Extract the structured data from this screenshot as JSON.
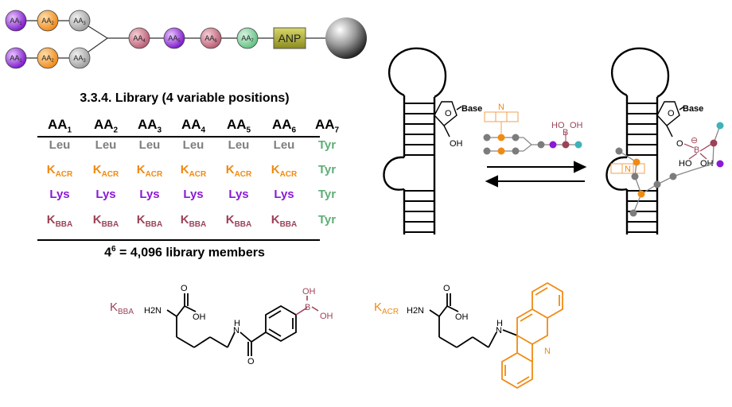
{
  "beads": {
    "aa1": "AA1",
    "aa2": "AA2",
    "aa3": "AA3",
    "aa4": "AA4",
    "aa5": "AA5",
    "aa6": "AA6",
    "aa7": "AA7",
    "anp": "ANP"
  },
  "library": {
    "title": "3.3.4. Library (4 variable positions)",
    "headers": [
      "AA1",
      "AA2",
      "AA3",
      "AA4",
      "AA5",
      "AA6",
      "AA7"
    ],
    "rows": [
      {
        "color": "#7f7f7f",
        "cells": [
          "Leu",
          "Leu",
          "Leu",
          "Leu",
          "Leu",
          "Leu"
        ],
        "last": "Tyr"
      },
      {
        "color": "#f08a12",
        "cells": [
          "KACR",
          "KACR",
          "KACR",
          "KACR",
          "KACR",
          "KACR"
        ],
        "last": "Tyr"
      },
      {
        "color": "#8a1ad6",
        "cells": [
          "Lys",
          "Lys",
          "Lys",
          "Lys",
          "Lys",
          "Lys"
        ],
        "last": "Tyr"
      },
      {
        "color": "#9c4358",
        "cells": [
          "KBBA",
          "KBBA",
          "KBBA",
          "KBBA",
          "KBBA",
          "KBBA"
        ],
        "last": "Tyr"
      }
    ],
    "last_color": "#5fae77",
    "summary": "4^6 = 4,096 library members"
  },
  "rna": {
    "base_label": "Base",
    "oh_label": "OH",
    "o_label": "O",
    "boronic_b": "B",
    "boronic_oh": "OH",
    "ho_label": "HO",
    "n_label": "N",
    "minus": "⊖"
  },
  "molecules": {
    "kbba": {
      "label": "KBBA",
      "nh2": "H2N",
      "oh": "OH",
      "o": "O",
      "nh": "N",
      "h": "H",
      "b": "B",
      "boh1": "OH",
      "boh2": "OH"
    },
    "kacr": {
      "label": "KACR",
      "nh2": "H2N",
      "oh": "OH",
      "o": "O",
      "nh": "N",
      "h": "H",
      "n_ring": "N"
    }
  },
  "colors": {
    "purple": "#8a1ad6",
    "orange": "#f08a12",
    "grey": "#9a9a9a",
    "rose": "#b85870",
    "green": "#66c88a",
    "olive": "#9e9e2a",
    "boron": "#9c4358",
    "teal": "#3fb2b8"
  }
}
